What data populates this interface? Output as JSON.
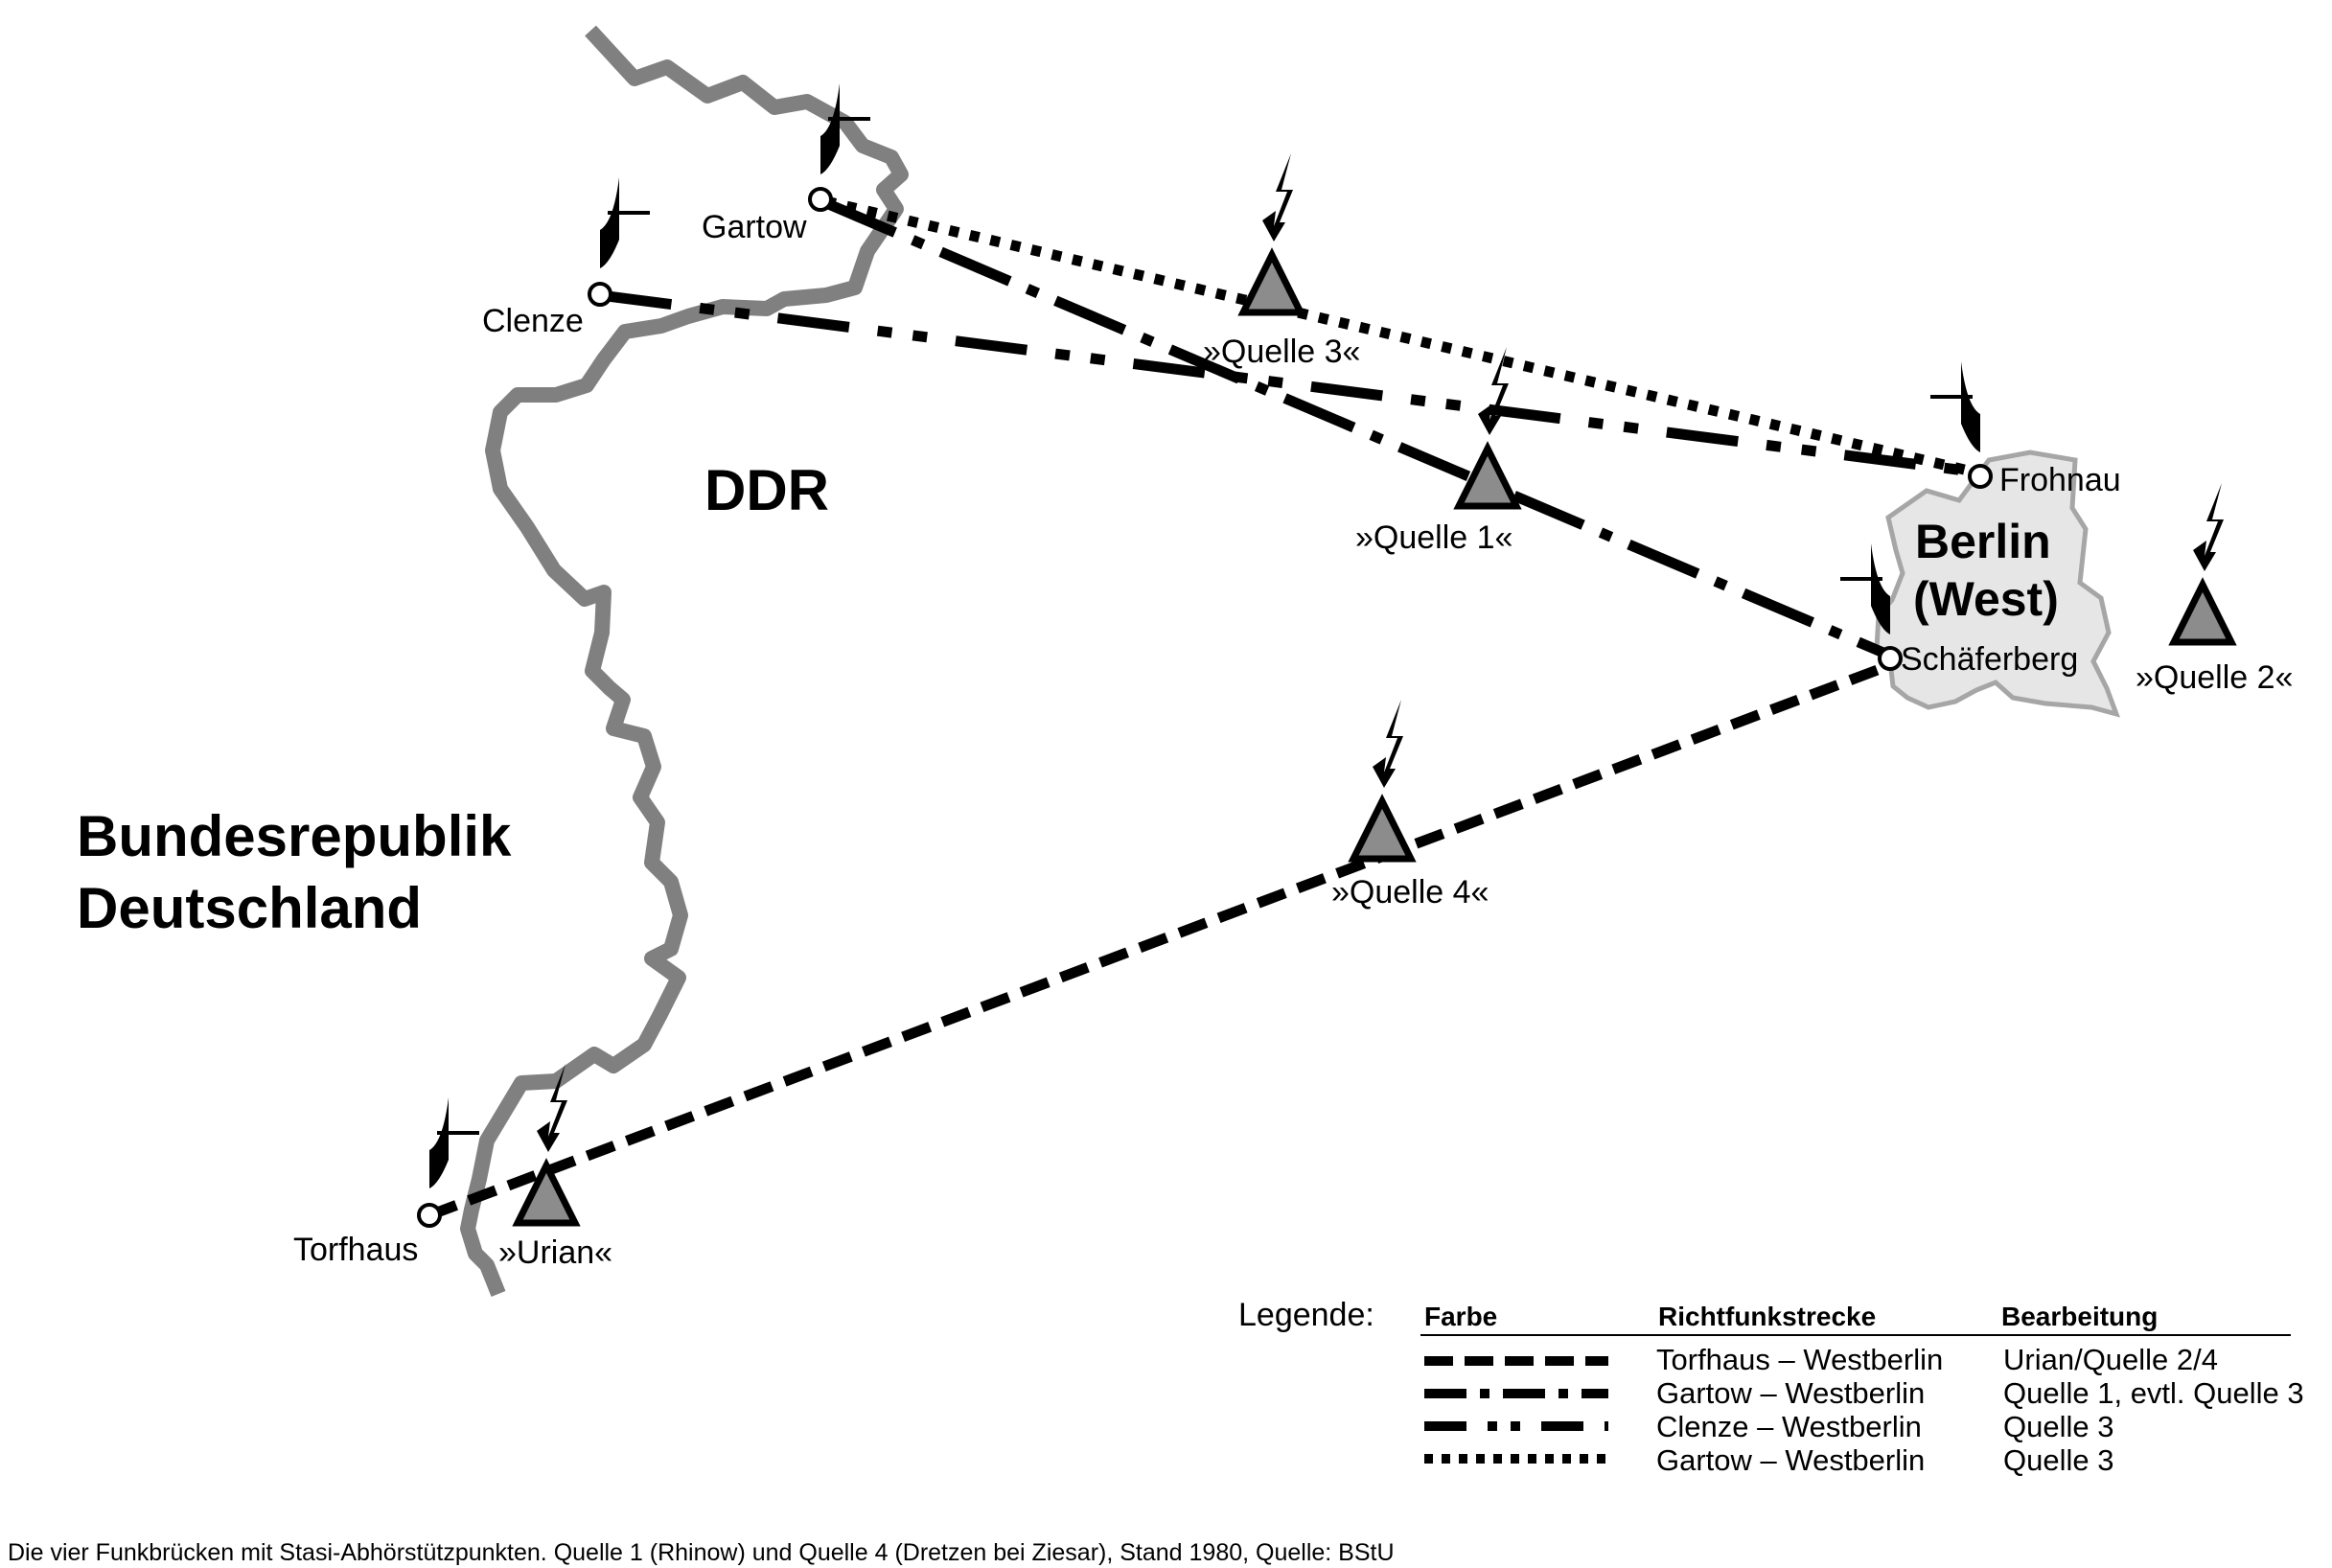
{
  "regions": {
    "ddr": "DDR",
    "brd_line1": "Bundesrepublik",
    "brd_line2": "Deutschland",
    "berlin_line1": "Berlin",
    "berlin_line2": "(West)"
  },
  "stations": {
    "gartow": "Gartow",
    "clenze": "Clenze",
    "torfhaus": "Torfhaus",
    "frohnau": "Frohnau",
    "schaeferberg": "Schäferberg"
  },
  "sources": {
    "quelle1": "»Quelle 1«",
    "quelle2": "»Quelle 2«",
    "quelle3": "»Quelle 3«",
    "quelle4": "»Quelle 4«",
    "urian": "»Urian«"
  },
  "legend": {
    "title": "Legende:",
    "headers": {
      "farbe": "Farbe",
      "strecke": "Richtfunkstrecke",
      "bearbeitung": "Bearbeitung"
    },
    "rows": [
      {
        "strecke": "Torfhaus – Westberlin",
        "bearbeitung": "Urian/Quelle 2/4"
      },
      {
        "strecke": "Gartow – Westberlin",
        "bearbeitung": "Quelle 1, evtl. Quelle 3"
      },
      {
        "strecke": "Clenze – Westberlin",
        "bearbeitung": "Quelle 3"
      },
      {
        "strecke": "Gartow – Westberlin",
        "bearbeitung": "Quelle 3"
      }
    ]
  },
  "caption": "Die vier Funkbrücken mit Stasi-Abhörstützpunkten. Quelle 1 (Rhinow) und Quelle 4 (Dretzen bei Ziesar), Stand 1980, Quelle: BStU",
  "colors": {
    "border": "#808080",
    "berlin_fill": "#e6e6e6",
    "triangle_fill": "#8c8c8c",
    "line": "#000000"
  }
}
